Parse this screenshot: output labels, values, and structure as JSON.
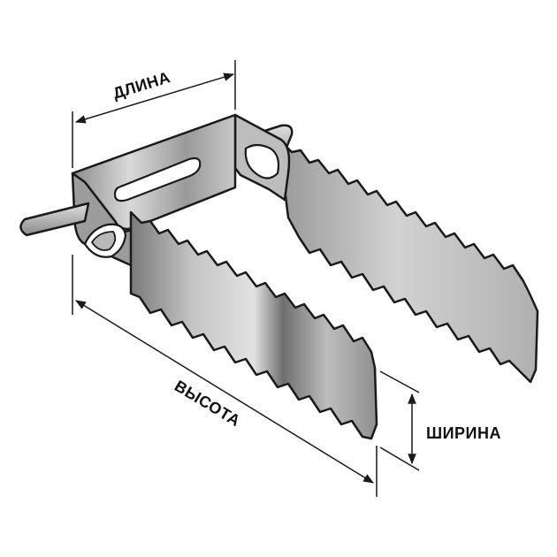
{
  "labels": {
    "length": "ДЛИНА",
    "height": "ВЫСОТА",
    "width": "ШИРИНА"
  },
  "colors": {
    "outline": "#1a1a1a",
    "metal_light": "#d6d6d6",
    "metal_mid": "#a9a9a9",
    "metal_dark": "#6e6e6e",
    "dimension_line": "#1a1a1a"
  }
}
